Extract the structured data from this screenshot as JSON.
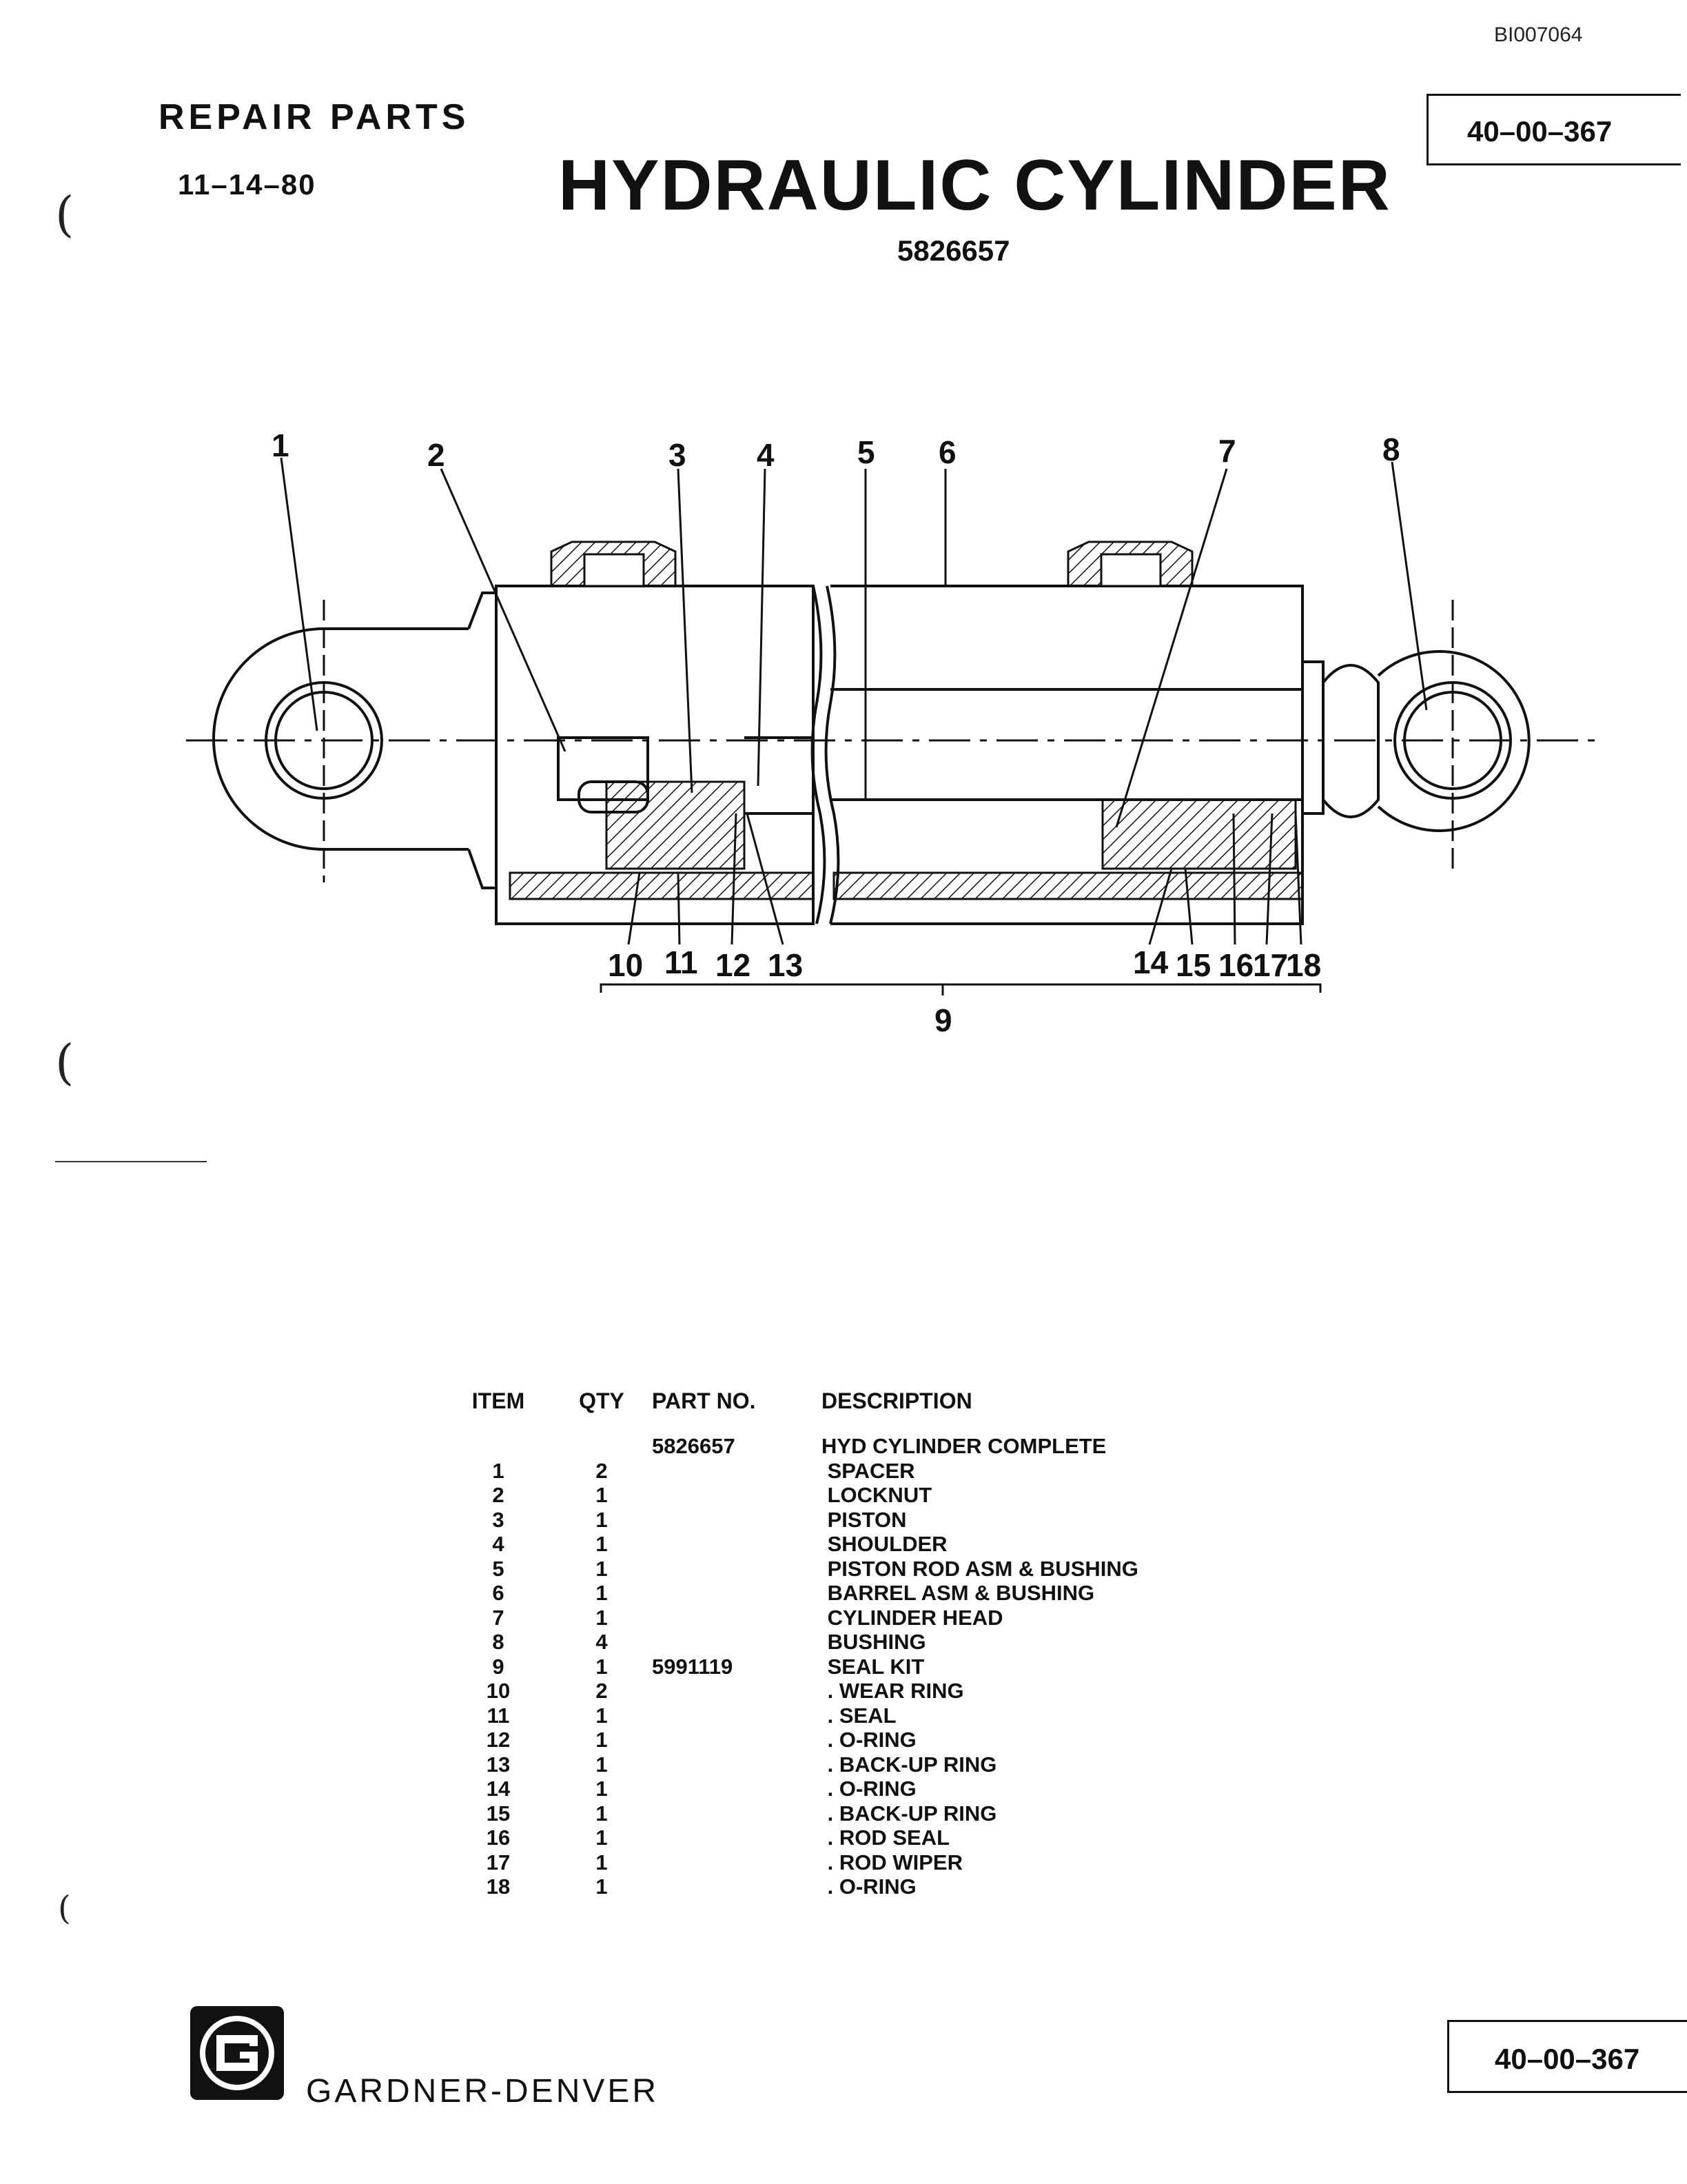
{
  "header": {
    "doc_id": "BI007064",
    "section": "REPAIR PARTS",
    "date": "11–14–80",
    "title": "HYDRAULIC CYLINDER",
    "part_number": "5826657",
    "page_code": "40–00–367"
  },
  "diagram": {
    "top_callouts": [
      "1",
      "2",
      "3",
      "4",
      "5",
      "6",
      "7",
      "8"
    ],
    "bottom_callouts": [
      "10",
      "11",
      "12",
      "13",
      "14",
      "15",
      "16",
      "17",
      "18"
    ],
    "bracket_callout": "9"
  },
  "table": {
    "headers": {
      "item": "ITEM",
      "qty": "QTY",
      "part_no": "PART NO.",
      "description": "DESCRIPTION"
    },
    "rows": [
      {
        "item": "",
        "qty": "",
        "part_no": "5826657",
        "description": "HYD CYLINDER COMPLETE"
      },
      {
        "item": "1",
        "qty": "2",
        "part_no": "",
        "description": " SPACER"
      },
      {
        "item": "2",
        "qty": "1",
        "part_no": "",
        "description": " LOCKNUT"
      },
      {
        "item": "3",
        "qty": "1",
        "part_no": "",
        "description": " PISTON"
      },
      {
        "item": "4",
        "qty": "1",
        "part_no": "",
        "description": " SHOULDER"
      },
      {
        "item": "5",
        "qty": "1",
        "part_no": "",
        "description": " PISTON ROD ASM & BUSHING"
      },
      {
        "item": "6",
        "qty": "1",
        "part_no": "",
        "description": " BARREL ASM & BUSHING"
      },
      {
        "item": "7",
        "qty": "1",
        "part_no": "",
        "description": " CYLINDER HEAD"
      },
      {
        "item": "8",
        "qty": "4",
        "part_no": "",
        "description": " BUSHING"
      },
      {
        "item": "9",
        "qty": "1",
        "part_no": "5991119",
        "description": " SEAL KIT"
      },
      {
        "item": "10",
        "qty": "2",
        "part_no": "",
        "description": " . WEAR RING"
      },
      {
        "item": "11",
        "qty": "1",
        "part_no": "",
        "description": " . SEAL"
      },
      {
        "item": "12",
        "qty": "1",
        "part_no": "",
        "description": " . O-RING"
      },
      {
        "item": "13",
        "qty": "1",
        "part_no": "",
        "description": " . BACK-UP RING"
      },
      {
        "item": "14",
        "qty": "1",
        "part_no": "",
        "description": " . O-RING"
      },
      {
        "item": "15",
        "qty": "1",
        "part_no": "",
        "description": " . BACK-UP RING"
      },
      {
        "item": "16",
        "qty": "1",
        "part_no": "",
        "description": " . ROD SEAL"
      },
      {
        "item": "17",
        "qty": "1",
        "part_no": "",
        "description": " . ROD WIPER"
      },
      {
        "item": "18",
        "qty": "1",
        "part_no": "",
        "description": " . O-RING"
      }
    ]
  },
  "footer": {
    "brand": "GARDNER-DENVER",
    "page_code": "40–00–367"
  },
  "icons": {
    "logo": "gardner-denver-logo-icon"
  },
  "colors": {
    "ink": "#111111",
    "paper": "#ffffff"
  }
}
